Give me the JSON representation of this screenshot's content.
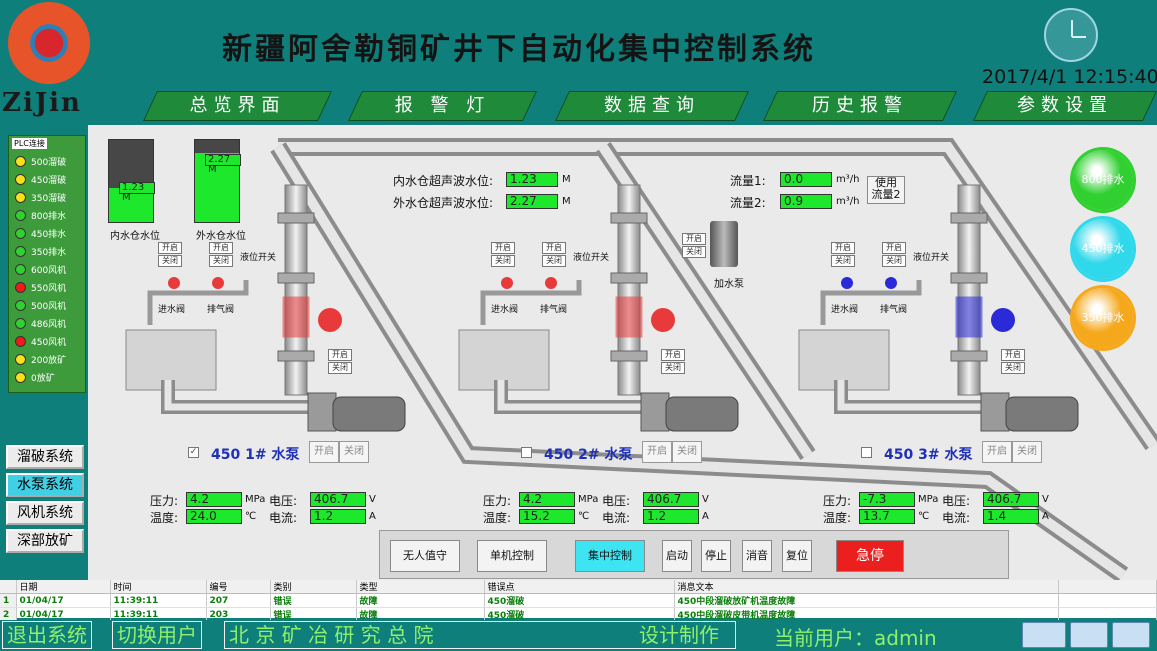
{
  "header": {
    "logo_text": "ZiJin",
    "title": "新疆阿舍勒铜矿井下自动化集中控制系统",
    "datetime": "2017/4/1  12:15:40",
    "tabs": [
      {
        "label": "总览界面"
      },
      {
        "label": "报  警  灯"
      },
      {
        "label": "数据查询"
      },
      {
        "label": "历史报警"
      },
      {
        "label": "参数设置"
      }
    ]
  },
  "plc": {
    "title": "PLC连接",
    "items": [
      {
        "label": "500溜破",
        "status": "yellow"
      },
      {
        "label": "450溜破",
        "status": "yellow"
      },
      {
        "label": "350溜破",
        "status": "yellow"
      },
      {
        "label": "800排水",
        "status": "green"
      },
      {
        "label": "450排水",
        "status": "green"
      },
      {
        "label": "350排水",
        "status": "green"
      },
      {
        "label": "600风机",
        "status": "green"
      },
      {
        "label": "550风机",
        "status": "red"
      },
      {
        "label": "500风机",
        "status": "green"
      },
      {
        "label": "486风机",
        "status": "green"
      },
      {
        "label": "450风机",
        "status": "red"
      },
      {
        "label": "200放矿",
        "status": "yellow"
      },
      {
        "label": "0放矿",
        "status": "yellow"
      }
    ]
  },
  "systems": [
    {
      "label": "溜破系统"
    },
    {
      "label": "水泵系统"
    },
    {
      "label": "风机系统"
    },
    {
      "label": "深部放矿"
    }
  ],
  "tanks": {
    "inner": {
      "caption": "内水仓水位",
      "value": "1.23  M",
      "level": 0.42
    },
    "outer": {
      "caption": "外水仓水位",
      "value": "2.27  M",
      "level": 0.84
    }
  },
  "levels": {
    "inner_label": "内水仓超声波水位:",
    "inner_value": "1.23",
    "inner_unit": "M",
    "outer_label": "外水仓超声波水位:",
    "outer_value": "2.27",
    "outer_unit": "M"
  },
  "flow": {
    "f1_label": "流量1:",
    "f1_value": "0.0",
    "f1_unit": "m³/h",
    "f2_label": "流量2:",
    "f2_value": "0.9",
    "f2_unit": "m³/h",
    "use_button": "使用\n流量2"
  },
  "misc": {
    "open": "开启",
    "close": "关闭",
    "inlet": "进水阀",
    "exhaust": "排气阀",
    "level_switch": "液位开关",
    "add_pump": "加水泵"
  },
  "pumps": [
    {
      "title": "450  1#  水泵",
      "checked": true,
      "pressure": "4.2",
      "temp": "24.0",
      "voltage": "406.7",
      "current": "1.2"
    },
    {
      "title": "450  2#  水泵",
      "checked": false,
      "pressure": "4.2",
      "temp": "15.2",
      "voltage": "406.7",
      "current": "1.2"
    },
    {
      "title": "450  3#  水泵",
      "checked": false,
      "pressure": "-7.3",
      "temp": "13.7",
      "voltage": "406.7",
      "current": "1.4"
    }
  ],
  "readings": {
    "pressure_label": "压力:",
    "temp_label": "温度:",
    "voltage_label": "电压:",
    "current_label": "电流:",
    "pressure_unit": "MPa",
    "temp_unit": "℃",
    "voltage_unit": "V",
    "current_unit": "A"
  },
  "controls": {
    "unattended": "无人值守",
    "single": "单机控制",
    "central": "集中控制",
    "start": "启动",
    "stop": "停止",
    "mute": "消音",
    "reset": "复位",
    "estop": "急停"
  },
  "round_buttons": [
    {
      "label": "800排水",
      "color": "#2fd02f"
    },
    {
      "label": "450排水",
      "color": "#2fd8ea"
    },
    {
      "label": "350排水",
      "color": "#f5a81c"
    }
  ],
  "alarms": {
    "columns": [
      "日期",
      "时间",
      "编号",
      "类别",
      "类型",
      "错误点",
      "消息文本"
    ],
    "rows": [
      {
        "idx": "1",
        "date": "01/04/17",
        "time": "11:39:11",
        "code": "207",
        "cat": "错误",
        "type": "故障",
        "point": "450溜破",
        "msg": "450中段溜破放矿机温度故障"
      },
      {
        "idx": "2",
        "date": "01/04/17",
        "time": "11:39:11",
        "code": "203",
        "cat": "错误",
        "type": "故障",
        "point": "450溜破",
        "msg": "450中段溜破皮带机温度故障"
      }
    ]
  },
  "footer": {
    "exit": "退出系统",
    "switch_user": "切换用户",
    "org": "北  京  矿  冶  研  究  总  院",
    "design": "设计制作",
    "current_user": "当前用户：admin"
  },
  "colors": {
    "bg_teal": "#0f7f7c",
    "tab_green": "#1e8a3a",
    "value_green": "#1ee82b",
    "estop_red": "#ec1f1f",
    "pump_title_blue": "#1e2fb8"
  }
}
